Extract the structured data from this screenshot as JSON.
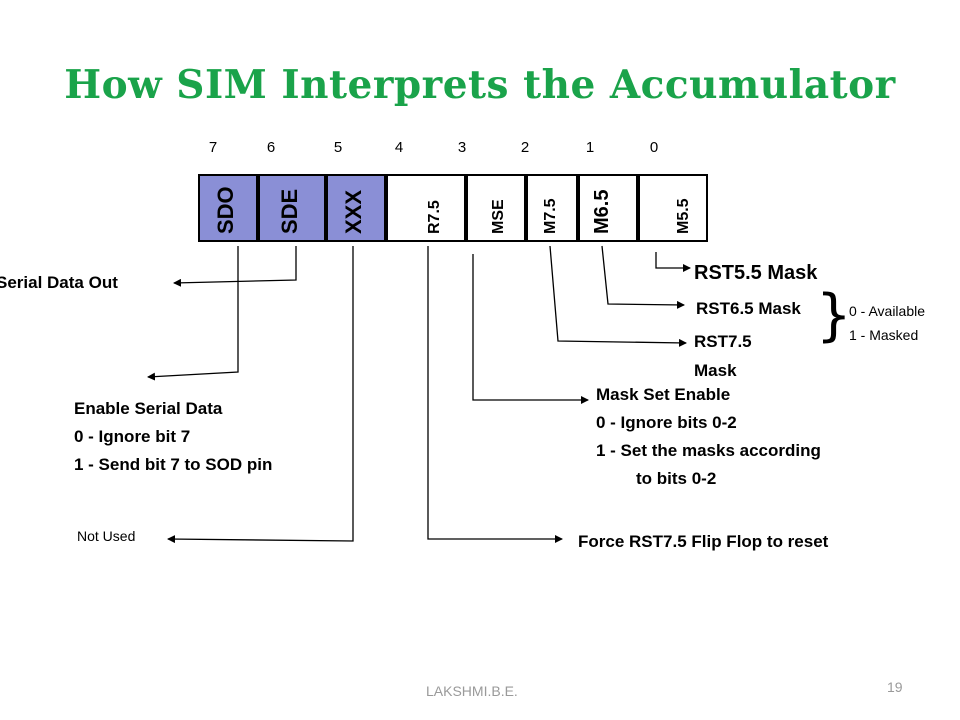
{
  "title": "How SIM Interprets the Accumulator",
  "bit_numbers": [
    "7",
    "6",
    "5",
    "4",
    "3",
    "2",
    "1",
    "0"
  ],
  "register": {
    "shaded_color": "#8a8fd6",
    "cells": [
      "SDO",
      "SDE",
      "XXX",
      "R7.5",
      "MSE",
      "M7.5",
      "M6.5",
      "M5.5"
    ]
  },
  "labels": {
    "serial_data_out": "Serial Data Out",
    "rst55_mask": "RST5.5 Mask",
    "rst65_mask": "RST6.5 Mask",
    "rst75_mask_line1": "RST7.5",
    "rst75_mask_line2": "Mask",
    "mask_legend": [
      "0 - Available",
      "1 - Masked"
    ],
    "enable_serial_data": [
      "Enable Serial Data",
      "0 - Ignore bit 7",
      "1 - Send bit 7 to SOD pin"
    ],
    "mask_set_enable": [
      "Mask Set Enable",
      "0 - Ignore bits 0-2",
      "1 - Set the masks according",
      "to bits 0-2"
    ],
    "not_used": "Not Used",
    "force_rst75": "Force RST7.5 Flip Flop to reset"
  },
  "footer": {
    "author": "LAKSHMI.B.E.",
    "page": "19"
  }
}
